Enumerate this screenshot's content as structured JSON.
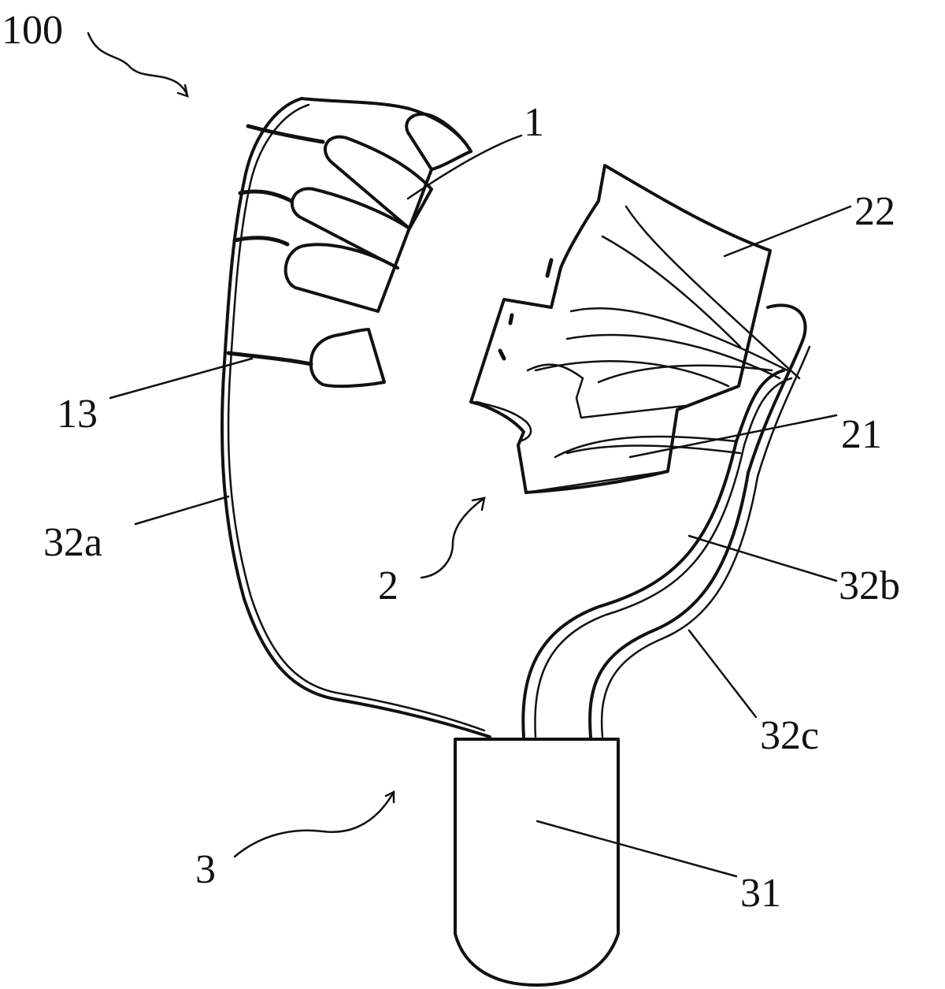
{
  "figure": {
    "colors": {
      "ink": "#111111",
      "background": "#ffffff"
    },
    "labels": {
      "device": "100",
      "part_1": "1",
      "part_13": "13",
      "part_2": "2",
      "part_21": "21",
      "part_22": "22",
      "part_3": "3",
      "part_31": "31",
      "part_32a": "32a",
      "part_32b": "32b",
      "part_32c": "32c"
    }
  }
}
